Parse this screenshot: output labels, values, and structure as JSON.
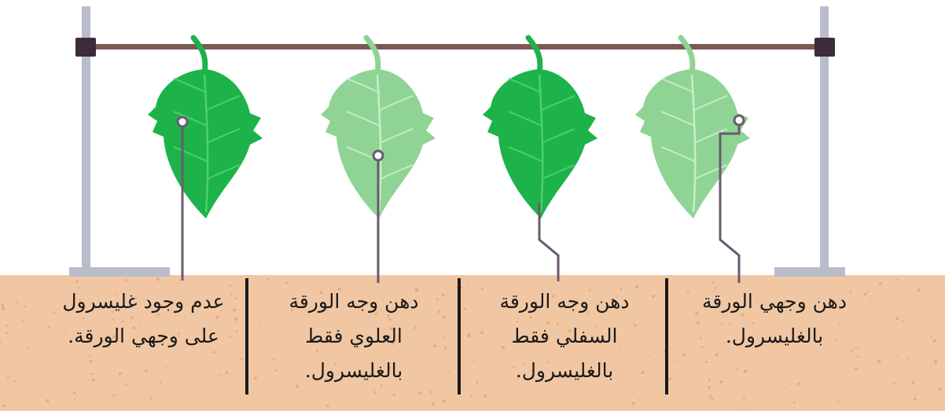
{
  "colors": {
    "soil": "#f1c7a3",
    "soil_dots": "#e0ad86",
    "rod": "#7b5a52",
    "stand": "#b9bdc9",
    "clamp": "#3d2a3a",
    "string": "#6a5a6e",
    "leaf_dark": "#1db34a",
    "leaf_light": "#8fd494",
    "divider": "#1a1a1a"
  },
  "leaves": [
    {
      "shade": "dark",
      "label_lines": [
        "عدم وجود غليسرول",
        "على وجهي الورقة."
      ]
    },
    {
      "shade": "light",
      "label_lines": [
        "دهن وجه الورقة",
        "العلوي فقط",
        "بالغليسرول."
      ]
    },
    {
      "shade": "dark",
      "label_lines": [
        "دهن وجه الورقة",
        "السفلي فقط",
        "بالغليسرول."
      ]
    },
    {
      "shade": "light",
      "label_lines": [
        "دهن وجهي الورقة",
        "بالغليسرول."
      ]
    }
  ]
}
